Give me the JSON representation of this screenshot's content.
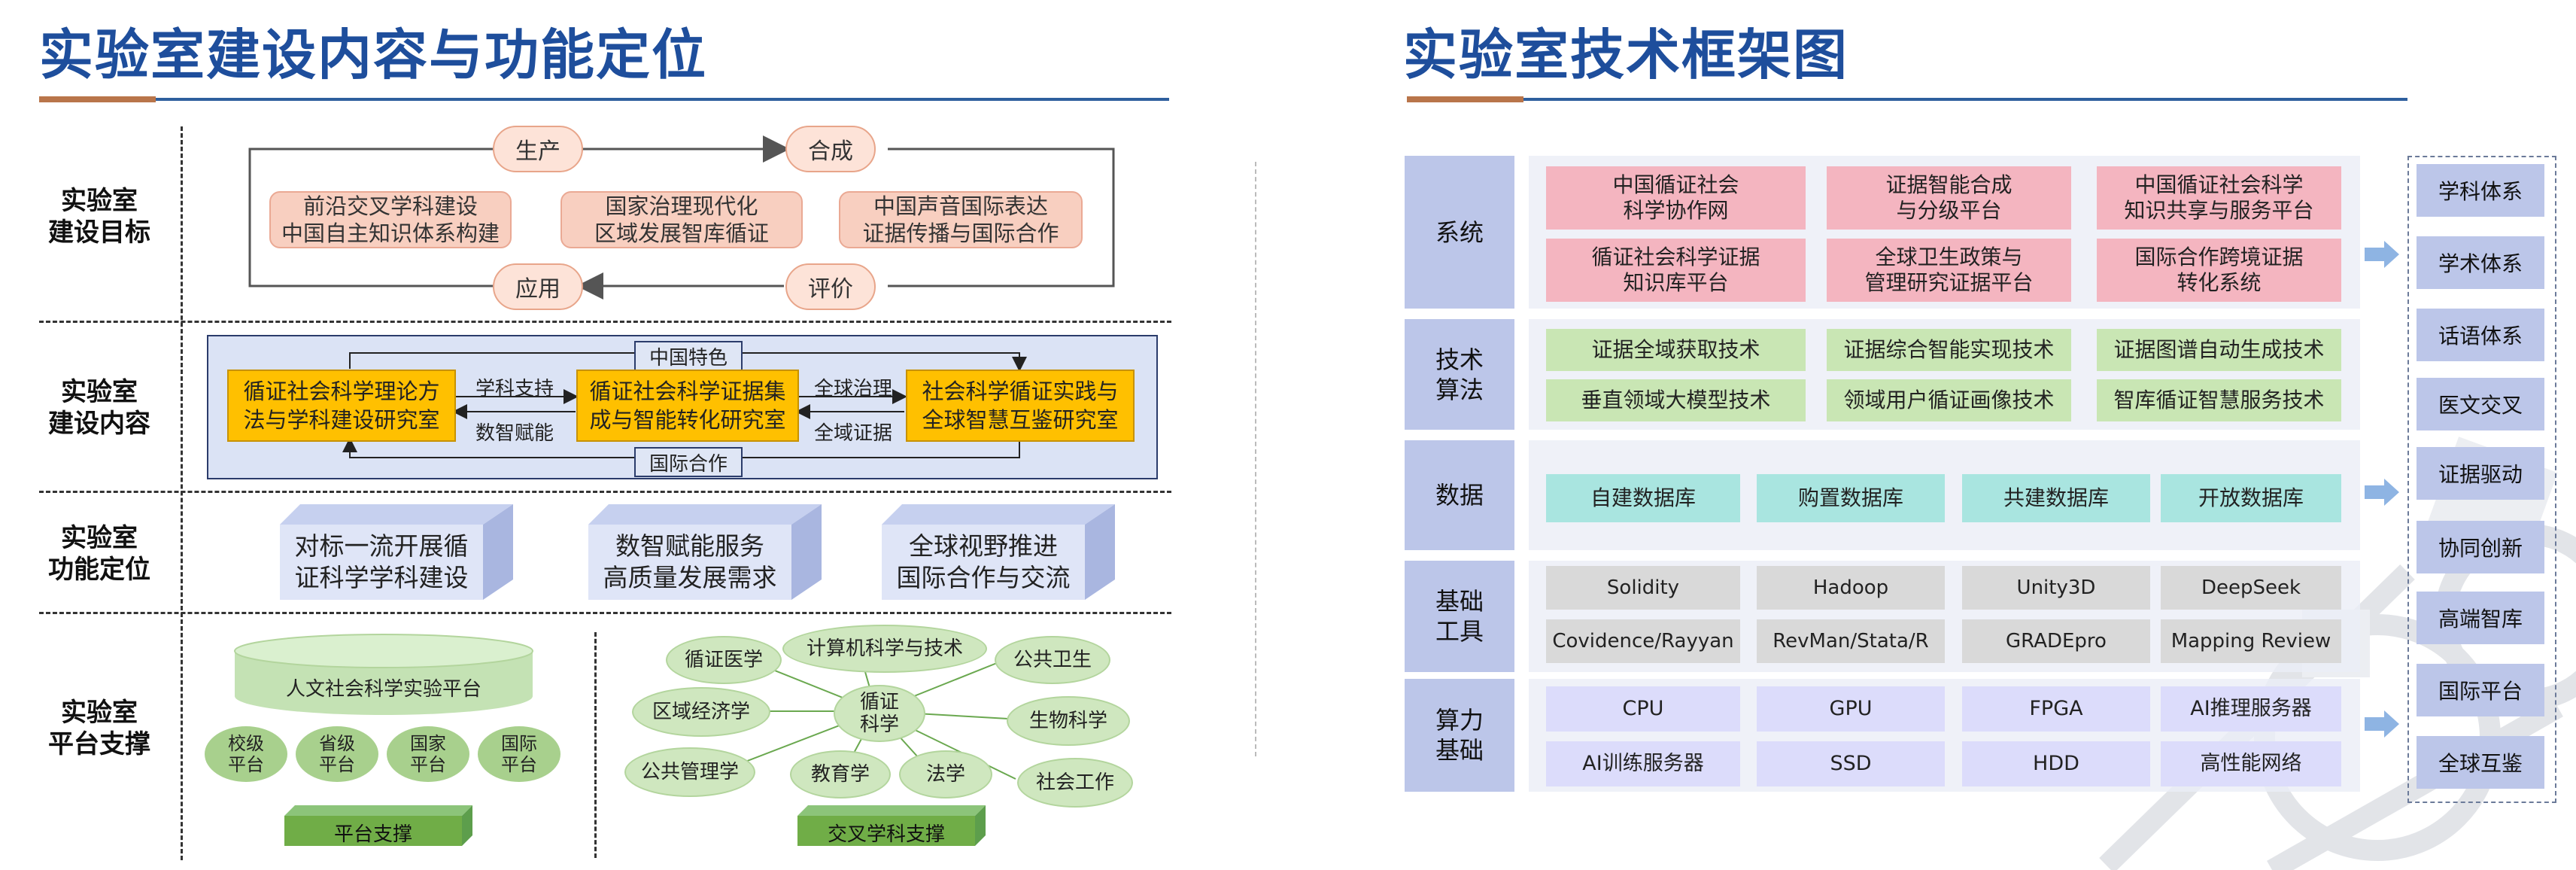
{
  "left": {
    "title": "实验室建设内容与功能定位",
    "rows": {
      "goal": "实验室\n建设目标",
      "content": "实验室\n建设内容",
      "function": "实验室\n功能定位",
      "platform": "实验室\n平台支撑"
    },
    "cycle": {
      "production": "生产",
      "synthesis": "合成",
      "application": "应用",
      "evaluation": "评价",
      "goals": [
        "前沿交叉学科建设\n中国自主知识体系构建",
        "国家治理现代化\n区域发展智库循证",
        "中国声音国际表达\n证据传播与国际合作"
      ]
    },
    "content": {
      "china_feature": "中国特色",
      "intl_coop": "国际合作",
      "boxes": [
        "循证社会科学理论方\n法与学科建设研究室",
        "循证社会科学证据集\n成与智能转化研究室",
        "社会科学循证实践与\n全球智慧互鉴研究室"
      ],
      "arrow1_top": "学科支持",
      "arrow1_bottom": "数智赋能",
      "arrow2_top": "全球治理",
      "arrow2_bottom": "全域证据"
    },
    "functions": [
      "对标一流开展循\n证科学学科建设",
      "数智赋能服务\n高质量发展需求",
      "全球视野推进\n国际合作与交流"
    ],
    "platform": {
      "main": "人文社会科学实验平台",
      "levels": [
        "校级\n平台",
        "省级\n平台",
        "国家\n平台",
        "国际\n平台"
      ],
      "support": "平台支撑",
      "center": "循证\n科学",
      "disciplines": [
        "循证医学",
        "计算机科学与技术",
        "公共卫生",
        "区域经济学",
        "生物科学",
        "公共管理学",
        "教育学",
        "法学",
        "社会工作"
      ],
      "cross_support": "交叉学科支撑"
    }
  },
  "right": {
    "title": "实验室技术框架图",
    "layers": [
      {
        "label": "系统",
        "items": [
          "中国循证社会\n科学协作网",
          "证据智能合成\n与分级平台",
          "中国循证社会科学\n知识共享与服务平台",
          "循证社会科学证据\n知识库平台",
          "全球卫生政策与\n管理研究证据平台",
          "国际合作跨境证据\n转化系统"
        ]
      },
      {
        "label": "技术\n算法",
        "items": [
          "证据全域获取技术",
          "证据综合智能实现技术",
          "证据图谱自动生成技术",
          "垂直领域大模型技术",
          "领域用户循证画像技术",
          "智库循证智慧服务技术"
        ]
      },
      {
        "label": "数据",
        "items": [
          "自建数据库",
          "购置数据库",
          "共建数据库",
          "开放数据库"
        ]
      },
      {
        "label": "基础\n工具",
        "items": [
          "Solidity",
          "Hadoop",
          "Unity3D",
          "DeepSeek",
          "Covidence/Rayyan",
          "RevMan/Stata/R",
          "GRADEpro",
          "Mapping Review"
        ]
      },
      {
        "label": "算力\n基础",
        "items": [
          "CPU",
          "GPU",
          "FPGA",
          "AI推理服务器",
          "AI训练服务器",
          "SSD",
          "HDD",
          "高性能网络"
        ]
      }
    ],
    "goals": [
      "学科体系",
      "学术体系",
      "话语体系",
      "医文交叉",
      "证据驱动",
      "协同创新",
      "高端智库",
      "国际平台",
      "全球互鉴"
    ]
  }
}
